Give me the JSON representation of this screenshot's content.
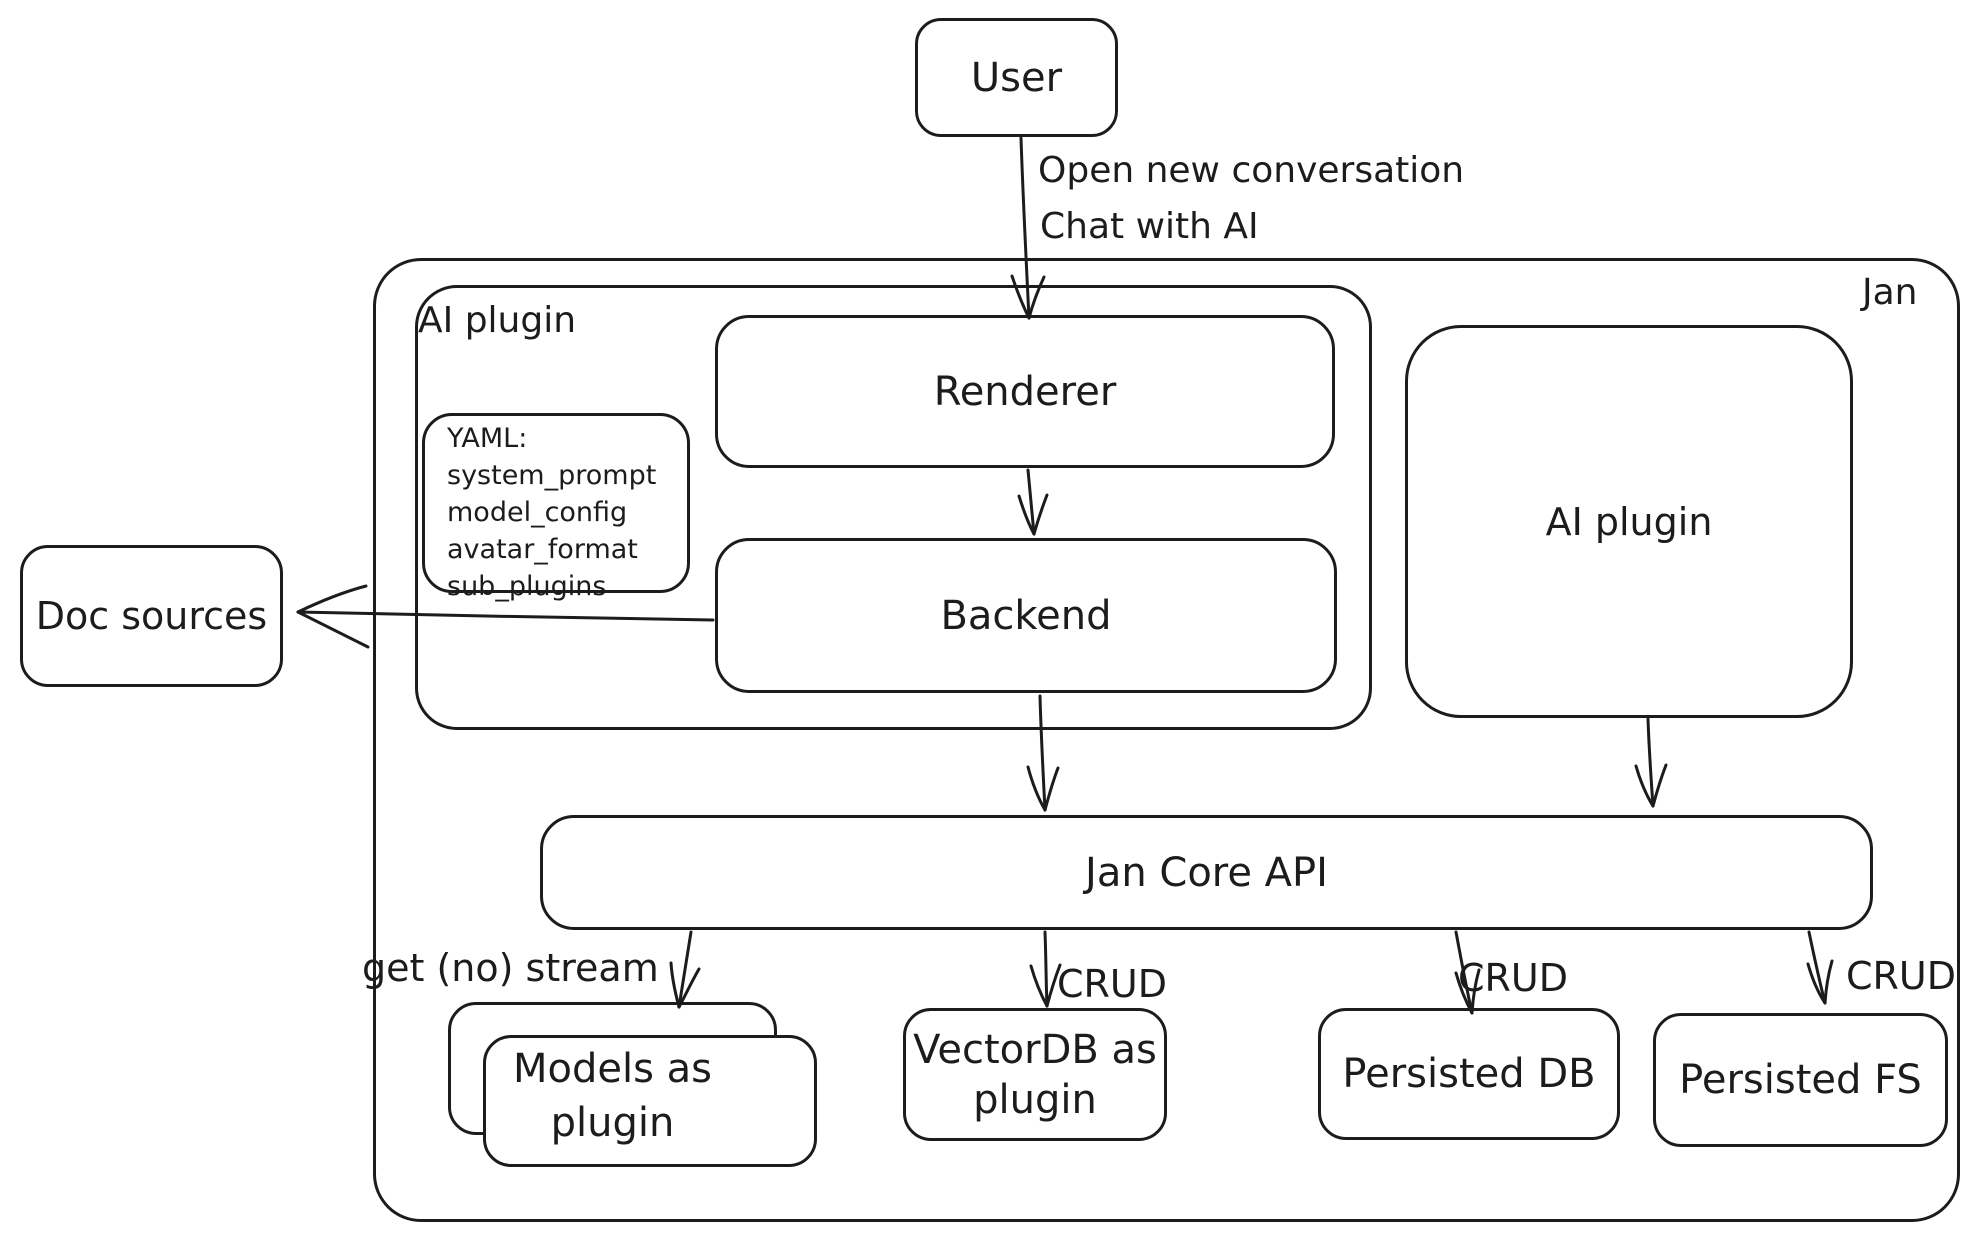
{
  "title": "Jan architecture diagram",
  "colors": {
    "stroke": "#1c1c1c",
    "background": "#ffffff"
  },
  "nodes": {
    "user": {
      "label": "User"
    },
    "jan": {
      "label": "Jan"
    },
    "ai_plugin_group": {
      "label": "AI plugin"
    },
    "yaml_note": {
      "line1": "YAML:",
      "line2": "system_prompt",
      "line3": "model_config",
      "line4": "avatar_format",
      "line5": "sub_plugins"
    },
    "renderer": {
      "label": "Renderer"
    },
    "backend": {
      "label": "Backend"
    },
    "doc_sources": {
      "label": "Doc sources"
    },
    "ai_plugin_right": {
      "label": "AI plugin"
    },
    "jan_core_api": {
      "label": "Jan Core API"
    },
    "models_as_plugin": {
      "line1": "Models as",
      "line2": "plugin"
    },
    "vectordb_as_plugin": {
      "line1": "VectorDB as",
      "line2": "plugin"
    },
    "persisted_db": {
      "label": "Persisted DB"
    },
    "persisted_fs": {
      "label": "Persisted FS"
    }
  },
  "edges": {
    "user_to_renderer": {
      "line1": "Open new conversation",
      "line2": "Chat with AI"
    },
    "core_to_models": {
      "label": "get (no) stream"
    },
    "core_to_vectordb": {
      "label": "CRUD"
    },
    "core_to_persisted_db": {
      "label": "CRUD"
    },
    "core_to_persisted_fs": {
      "label": "CRUD"
    }
  }
}
